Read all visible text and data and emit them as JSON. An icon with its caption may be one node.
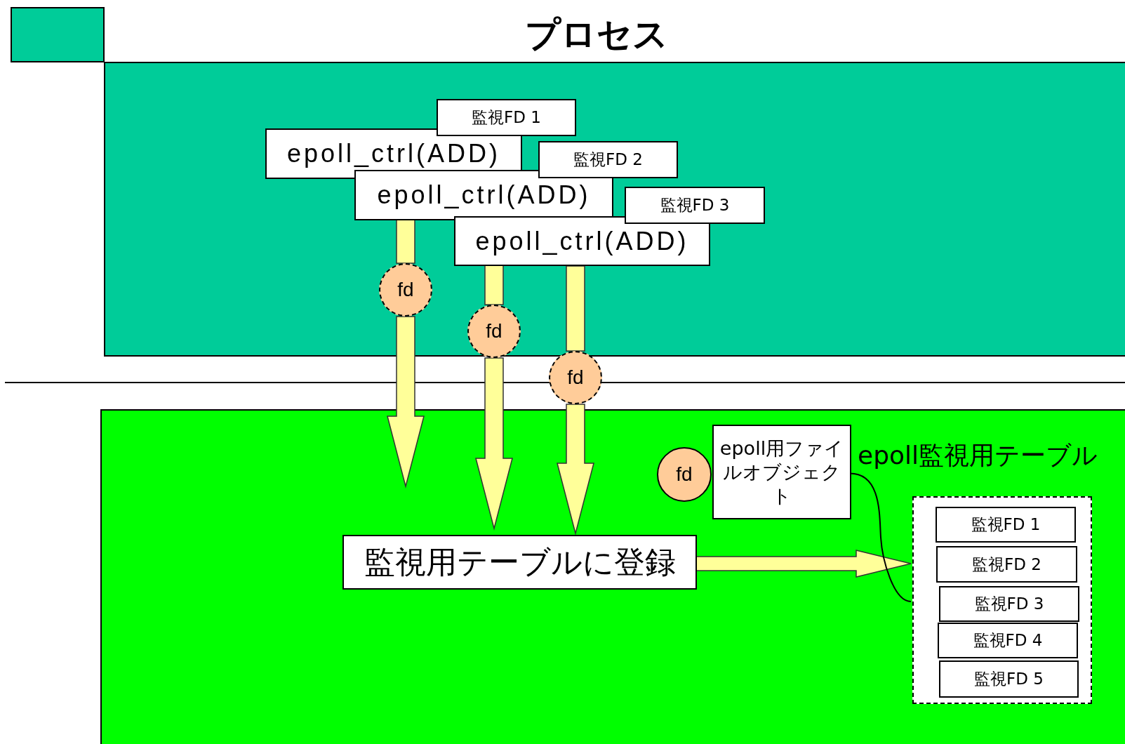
{
  "diagram": {
    "nodes": [
      {
        "text": [
          "プロセス"
        ]
      },
      {
        "text": [
          "epoll_ctrl(ADD)"
        ],
        "in": 0
      },
      {
        "text": [
          "監視FD 1"
        ],
        "in": 0
      },
      {
        "text": [
          "epoll_ctrl(ADD)"
        ],
        "in": 0
      },
      {
        "text": [
          "監視FD 2"
        ],
        "in": 0
      },
      {
        "text": [
          "epoll_ctrl(ADD)"
        ],
        "in": 0
      },
      {
        "text": [
          "監視FD 3"
        ],
        "in": 0
      },
      {
        "text": [
          "fd"
        ],
        "in": 0
      },
      {
        "text": [
          "fd"
        ],
        "in": 0
      },
      {
        "text": [
          "fd"
        ]
      },
      {
        "text": [],
        "shape": "box"
      },
      {
        "text": [
          "epoll用ファイルオブジェクト"
        ],
        "in": 10
      },
      {
        "text": [
          "fd"
        ],
        "in": 10
      },
      {
        "text": [
          "監視用テーブルに登録"
        ],
        "in": 10
      },
      {
        "text": [],
        "shape": "box",
        "in": 10
      },
      {
        "text": [
          "監視FD 1"
        ],
        "in": 14
      },
      {
        "text": [
          "監視FD 2"
        ],
        "in": 14
      },
      {
        "text": [
          "監視FD 3"
        ],
        "in": 14
      },
      {
        "text": [
          "監視FD 4"
        ],
        "in": 14
      },
      {
        "text": [
          "監視FD 5"
        ],
        "in": 14
      }
    ],
    "edges": [
      {
        "from": 1,
        "to": 7,
        "arrow": "none"
      },
      {
        "from": 7,
        "to": null,
        "arrow": "to"
      },
      {
        "from": 3,
        "to": 8,
        "arrow": "none"
      },
      {
        "from": 8,
        "to": null,
        "arrow": "to"
      },
      {
        "from": 5,
        "to": 9,
        "arrow": "none"
      },
      {
        "from": 9,
        "to": 13,
        "arrow": "to"
      },
      {
        "from": 13,
        "to": 14,
        "arrow": "to"
      },
      {
        "from": 11,
        "to": 14,
        "arrow": "none",
        "color": "#000000"
      }
    ],
    "labels": [
      "epoll監視用テーブル"
    ]
  }
}
